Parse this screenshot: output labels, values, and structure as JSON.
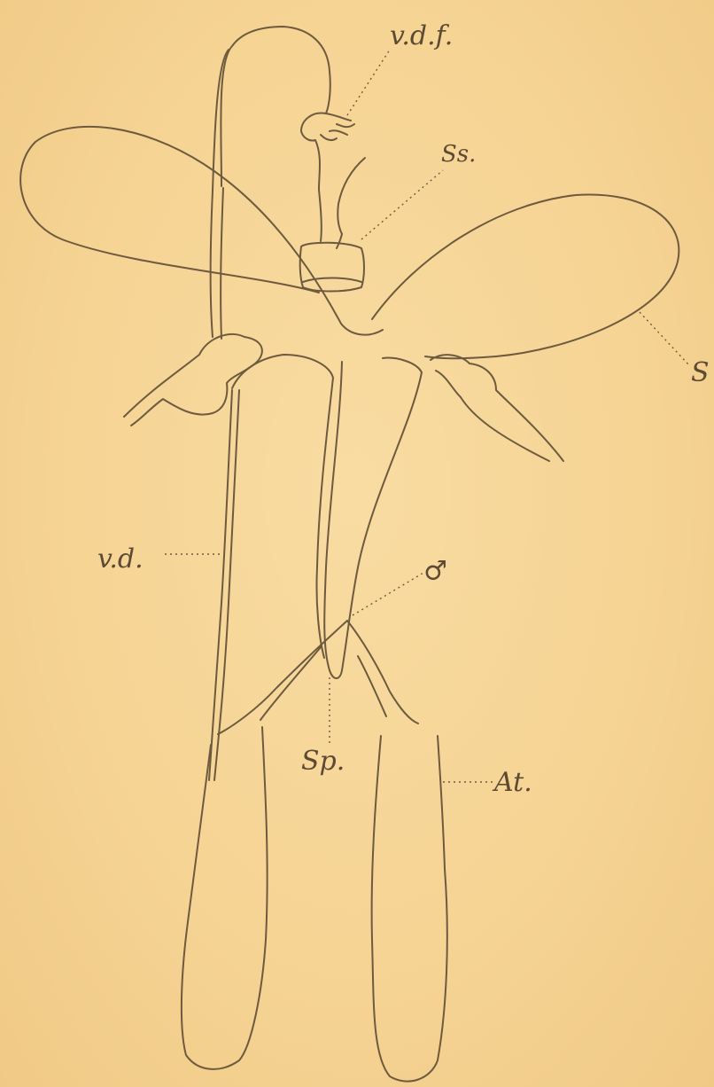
{
  "labels": {
    "vdf": "v.d.f.",
    "ss": "Ss.",
    "s": "S",
    "vd": "v.d.",
    "male": "♂",
    "sp": "Sp.",
    "at": "At."
  },
  "colors": {
    "paper": "#f6d596",
    "ink": "#6e5a3e",
    "text": "#5c4a33"
  }
}
